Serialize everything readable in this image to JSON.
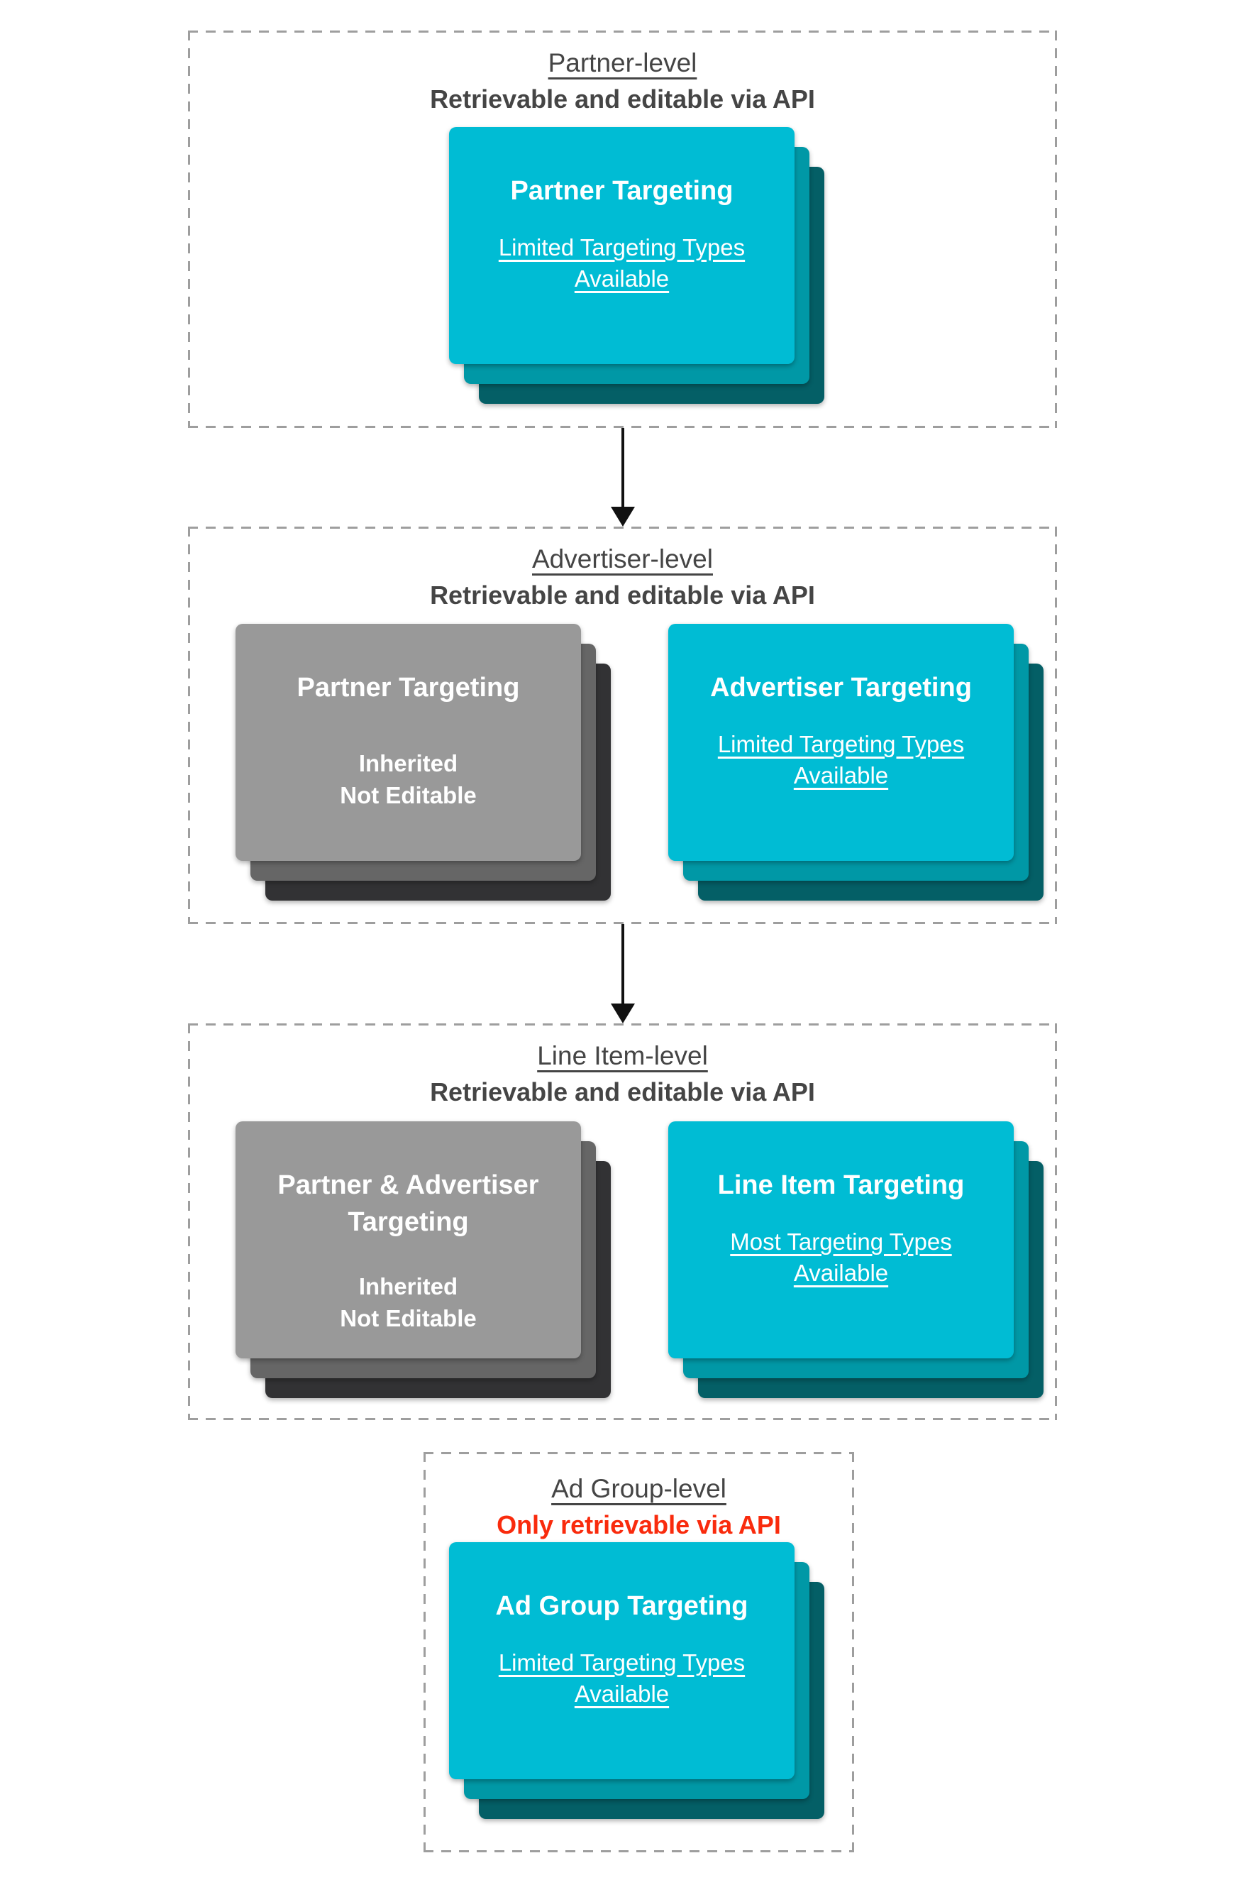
{
  "colors": {
    "teal_card": "#00BCD4",
    "teal_layer_mid": "#0098A6",
    "teal_layer_dark": "#045F66",
    "gray_card": "#999999",
    "gray_layer_mid": "#666666",
    "gray_layer_dark": "#323234",
    "heading_text": "#454545",
    "alert_red": "#F92B0D",
    "dashed_border": "#9E9E9E",
    "arrow": "#111111",
    "card_text": "#FFFFFF"
  },
  "sections": [
    {
      "title": "Partner-level",
      "subtitle": "Retrievable and editable via API",
      "cards": [
        {
          "variant": "teal",
          "title": "Partner Targeting",
          "subtitle": "Limited Targeting Types Available"
        }
      ]
    },
    {
      "title": "Advertiser-level",
      "subtitle": "Retrievable and editable via API",
      "cards": [
        {
          "variant": "gray",
          "title": "Partner Targeting",
          "lines": [
            "Inherited",
            "Not Editable"
          ]
        },
        {
          "variant": "teal",
          "title": "Advertiser Targeting",
          "subtitle": "Limited Targeting Types Available"
        }
      ]
    },
    {
      "title": "Line Item-level",
      "subtitle": "Retrievable and editable via API",
      "cards": [
        {
          "variant": "gray",
          "title": "Partner & Advertiser Targeting",
          "lines": [
            "Inherited",
            "Not Editable"
          ]
        },
        {
          "variant": "teal",
          "title": "Line Item Targeting",
          "subtitle": "Most Targeting Types Available"
        }
      ]
    },
    {
      "title": "Ad Group-level",
      "subtitle": "Only retrievable via API",
      "subtitle_style": "red",
      "cards": [
        {
          "variant": "teal",
          "title": "Ad Group Targeting",
          "subtitle": "Limited Targeting Types Available"
        }
      ]
    }
  ]
}
